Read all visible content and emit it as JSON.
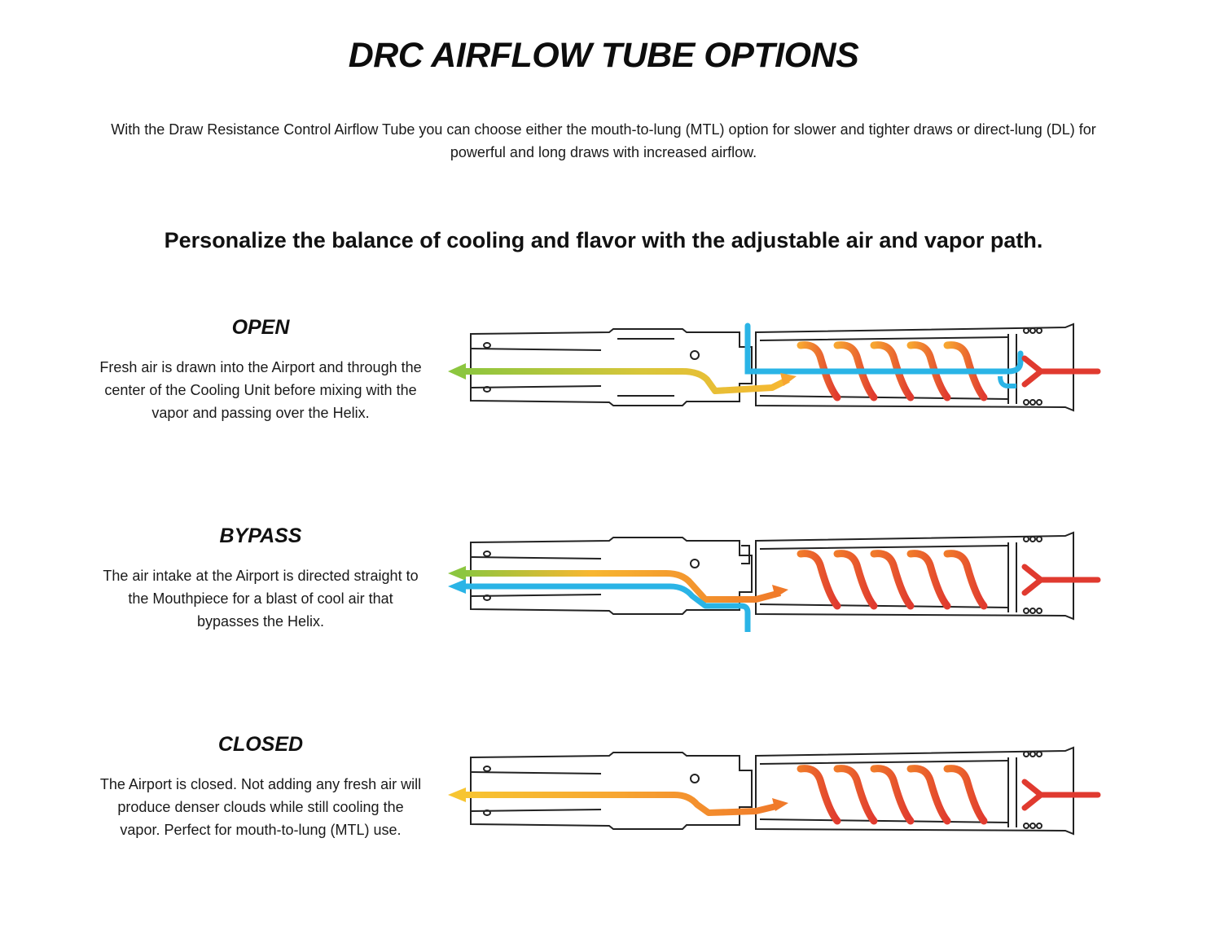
{
  "title": "DRC AIRFLOW TUBE OPTIONS",
  "intro": "With the Draw Resistance Control Airflow Tube you can choose either the mouth-to-lung (MTL) option for slower and tighter draws or direct-lung (DL) for powerful and long draws with increased airflow.",
  "subtitle": "Personalize the balance of cooling and flavor with the adjustable air and vapor path.",
  "modes": [
    {
      "title": "OPEN",
      "description": "Fresh air is drawn into the Airport and through the center of the Cooling Unit before mixing with the vapor and passing over the Helix."
    },
    {
      "title": "BYPASS",
      "description": "The air intake at the Airport is directed straight to the Mouthpiece for a blast of cool air that bypasses the Helix."
    },
    {
      "title": "CLOSED",
      "description": "The Airport is closed. Not adding any fresh air will produce denser clouds while still cooling the vapor. Perfect for mouth-to-lung (MTL) use."
    }
  ],
  "colors": {
    "vapor_hot": "#e03a2f",
    "vapor_warm": "#f07a2a",
    "vapor_mid": "#f7b731",
    "fresh_air": "#2ab4e6",
    "mixed_out": "#8cc63f",
    "outline": "#222222"
  }
}
